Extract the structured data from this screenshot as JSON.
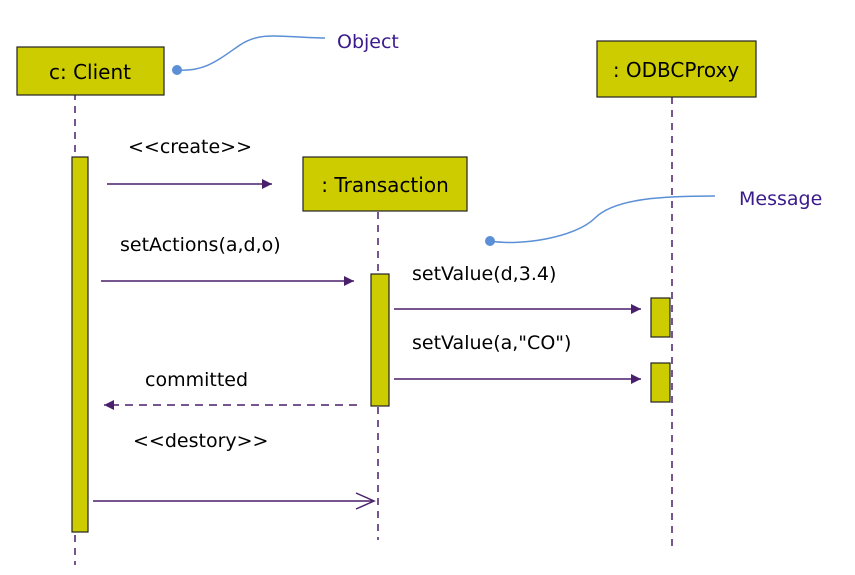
{
  "colors": {
    "box_fill": "#cccc00",
    "box_stroke": "#222222",
    "line": "#4a1f6b",
    "note_text": "#3a1a8c",
    "note_line": "#5b8fd6"
  },
  "objects": {
    "client": "c: Client",
    "transaction": ": Transaction",
    "odbc_proxy": ": ODBCProxy"
  },
  "messages": {
    "create": "<<create>>",
    "set_actions": "setActions(a,d,o)",
    "set_value_1": "setValue(d,3.4)",
    "set_value_2": "setValue(a,\"CO\")",
    "committed": "committed",
    "destroy": "<<destory>>"
  },
  "notes": {
    "object": "Object",
    "message": "Message"
  }
}
